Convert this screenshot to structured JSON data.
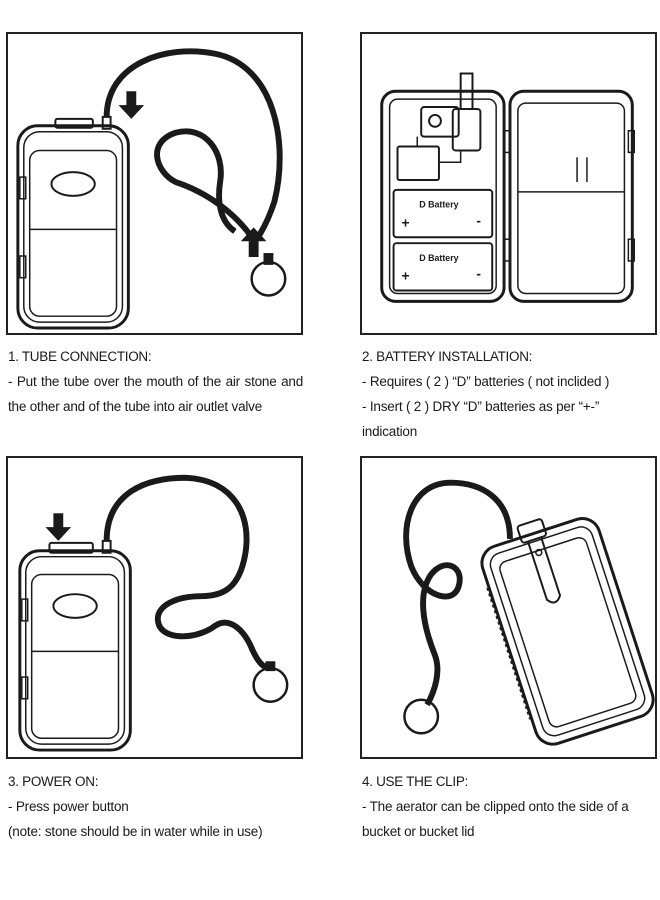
{
  "steps": [
    {
      "title": "1. TUBE CONNECTION:",
      "lines": [
        "- Put the tube over the mouth of the air stone and the other and of the tube into air outlet valve"
      ]
    },
    {
      "title": "2. BATTERY INSTALLATION:",
      "lines": [
        "- Requires ( 2 )  “D”  batteries ( not inclided )",
        "- Insert ( 2 ) DRY  “D”  batteries as per  “+-” indication"
      ],
      "battery_labels": [
        "D Battery",
        "D Battery"
      ],
      "polarity": [
        "+",
        "-",
        "+",
        "-"
      ]
    },
    {
      "title": "3. POWER ON:",
      "lines": [
        "- Press power button",
        "(note: stone should be in water while in use)"
      ]
    },
    {
      "title": "4. USE THE CLIP:",
      "lines": [
        "- The aerator can be clipped onto the side of a bucket or bucket lid"
      ]
    }
  ],
  "icons": {
    "p1": [
      "aerator-device-icon",
      "air-tube-icon",
      "air-stone-icon",
      "down-arrow-icon",
      "up-arrow-icon"
    ],
    "p2": [
      "open-battery-compartment-icon"
    ],
    "p3": [
      "aerator-device-icon",
      "air-tube-icon",
      "air-stone-icon",
      "down-arrow-icon"
    ],
    "p4": [
      "aerator-with-clip-icon",
      "air-tube-icon",
      "air-stone-icon"
    ]
  }
}
